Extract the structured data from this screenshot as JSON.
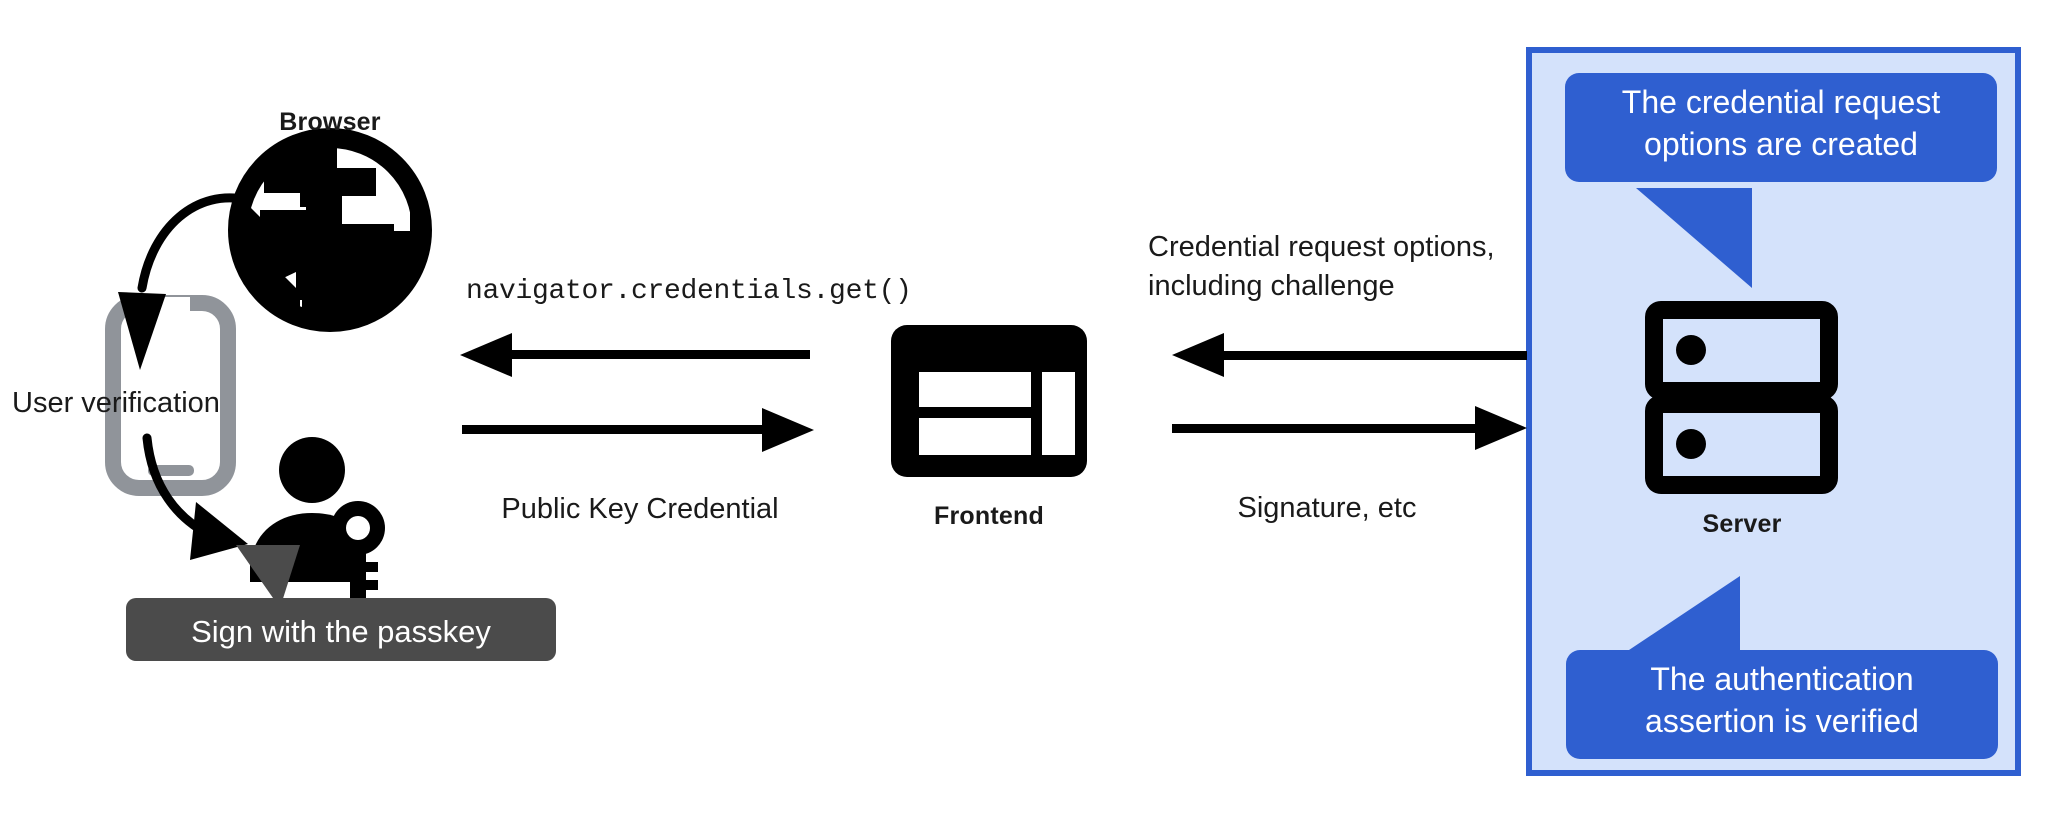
{
  "diagram": {
    "title": "WebAuthn passkey authentication flow",
    "colors": {
      "panel_fill": "#d4e2fb",
      "panel_border": "#2f5fd0",
      "callout_fill": "#2f5fd0",
      "callout_text": "#ffffff",
      "tooltip_fill": "#4b4b4b",
      "tooltip_text": "#ffffff",
      "icon_black": "#000000",
      "phone_gray": "#90949a",
      "text": "#1a1a1a",
      "background": "#ffffff"
    }
  },
  "nodes": {
    "browser": {
      "label": "Browser",
      "icon": "globe-icon"
    },
    "phone": {
      "icon": "mobile-phone-icon"
    },
    "user": {
      "icon": "person-with-key-icon"
    },
    "frontend": {
      "label": "Frontend",
      "icon": "web-layout-icon"
    },
    "server": {
      "label": "Server",
      "icon": "server-rack-icon"
    }
  },
  "labels": {
    "user_verification": "User verification",
    "navigator_call": "navigator.credentials.get()",
    "public_key_credential": "Public Key Credential",
    "credential_request_options": "Credential request options,",
    "credential_request_options_line2": "including challenge",
    "signature_etc": "Signature, etc"
  },
  "callouts": {
    "top": {
      "line1": "The credential request",
      "line2": "options are created"
    },
    "bottom": {
      "line1": "The authentication",
      "line2": "assertion is verified"
    }
  },
  "tooltip": {
    "sign_with_passkey": "Sign with the passkey"
  },
  "arrows": [
    {
      "name": "browser-to-phone",
      "direction": "curved-down-left"
    },
    {
      "name": "phone-to-user",
      "direction": "curved-down-right"
    },
    {
      "name": "frontend-to-browser",
      "direction": "left"
    },
    {
      "name": "browser-to-frontend",
      "direction": "right"
    },
    {
      "name": "server-to-frontend",
      "direction": "left"
    },
    {
      "name": "frontend-to-server",
      "direction": "right"
    }
  ]
}
